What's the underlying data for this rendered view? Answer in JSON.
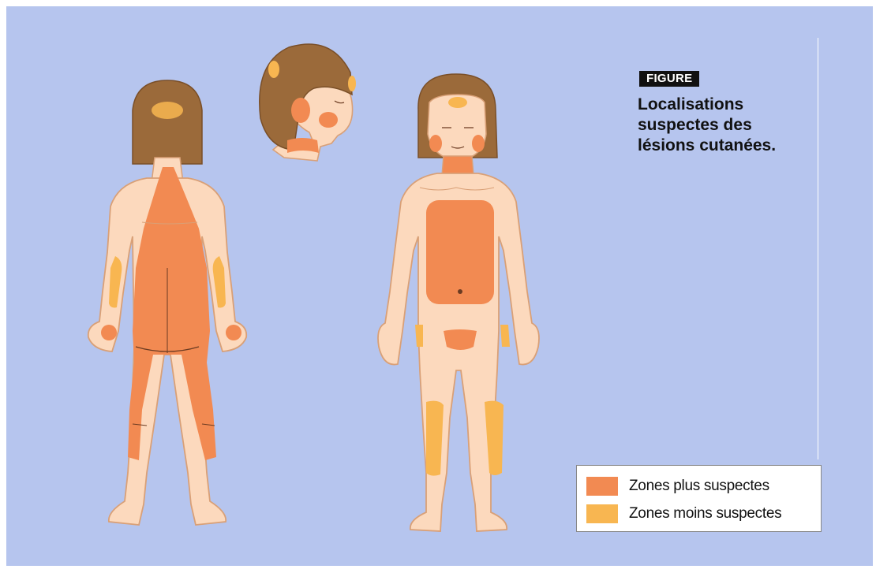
{
  "figure": {
    "tag": "FIGURE",
    "title_lines": [
      "Localisations",
      "suspectes des",
      "lésions cutanées."
    ]
  },
  "legend": {
    "items": [
      {
        "label": "Zones plus suspectes",
        "color": "#f28a52"
      },
      {
        "label": "Zones moins suspectes",
        "color": "#f8b651"
      }
    ]
  },
  "colors": {
    "background": "#b6c5ee",
    "skin": "#fcd9bd",
    "outline": "#d9a077",
    "hair": "#9b6a3a",
    "more_suspect": "#f28a52",
    "less_suspect": "#f8b651"
  }
}
